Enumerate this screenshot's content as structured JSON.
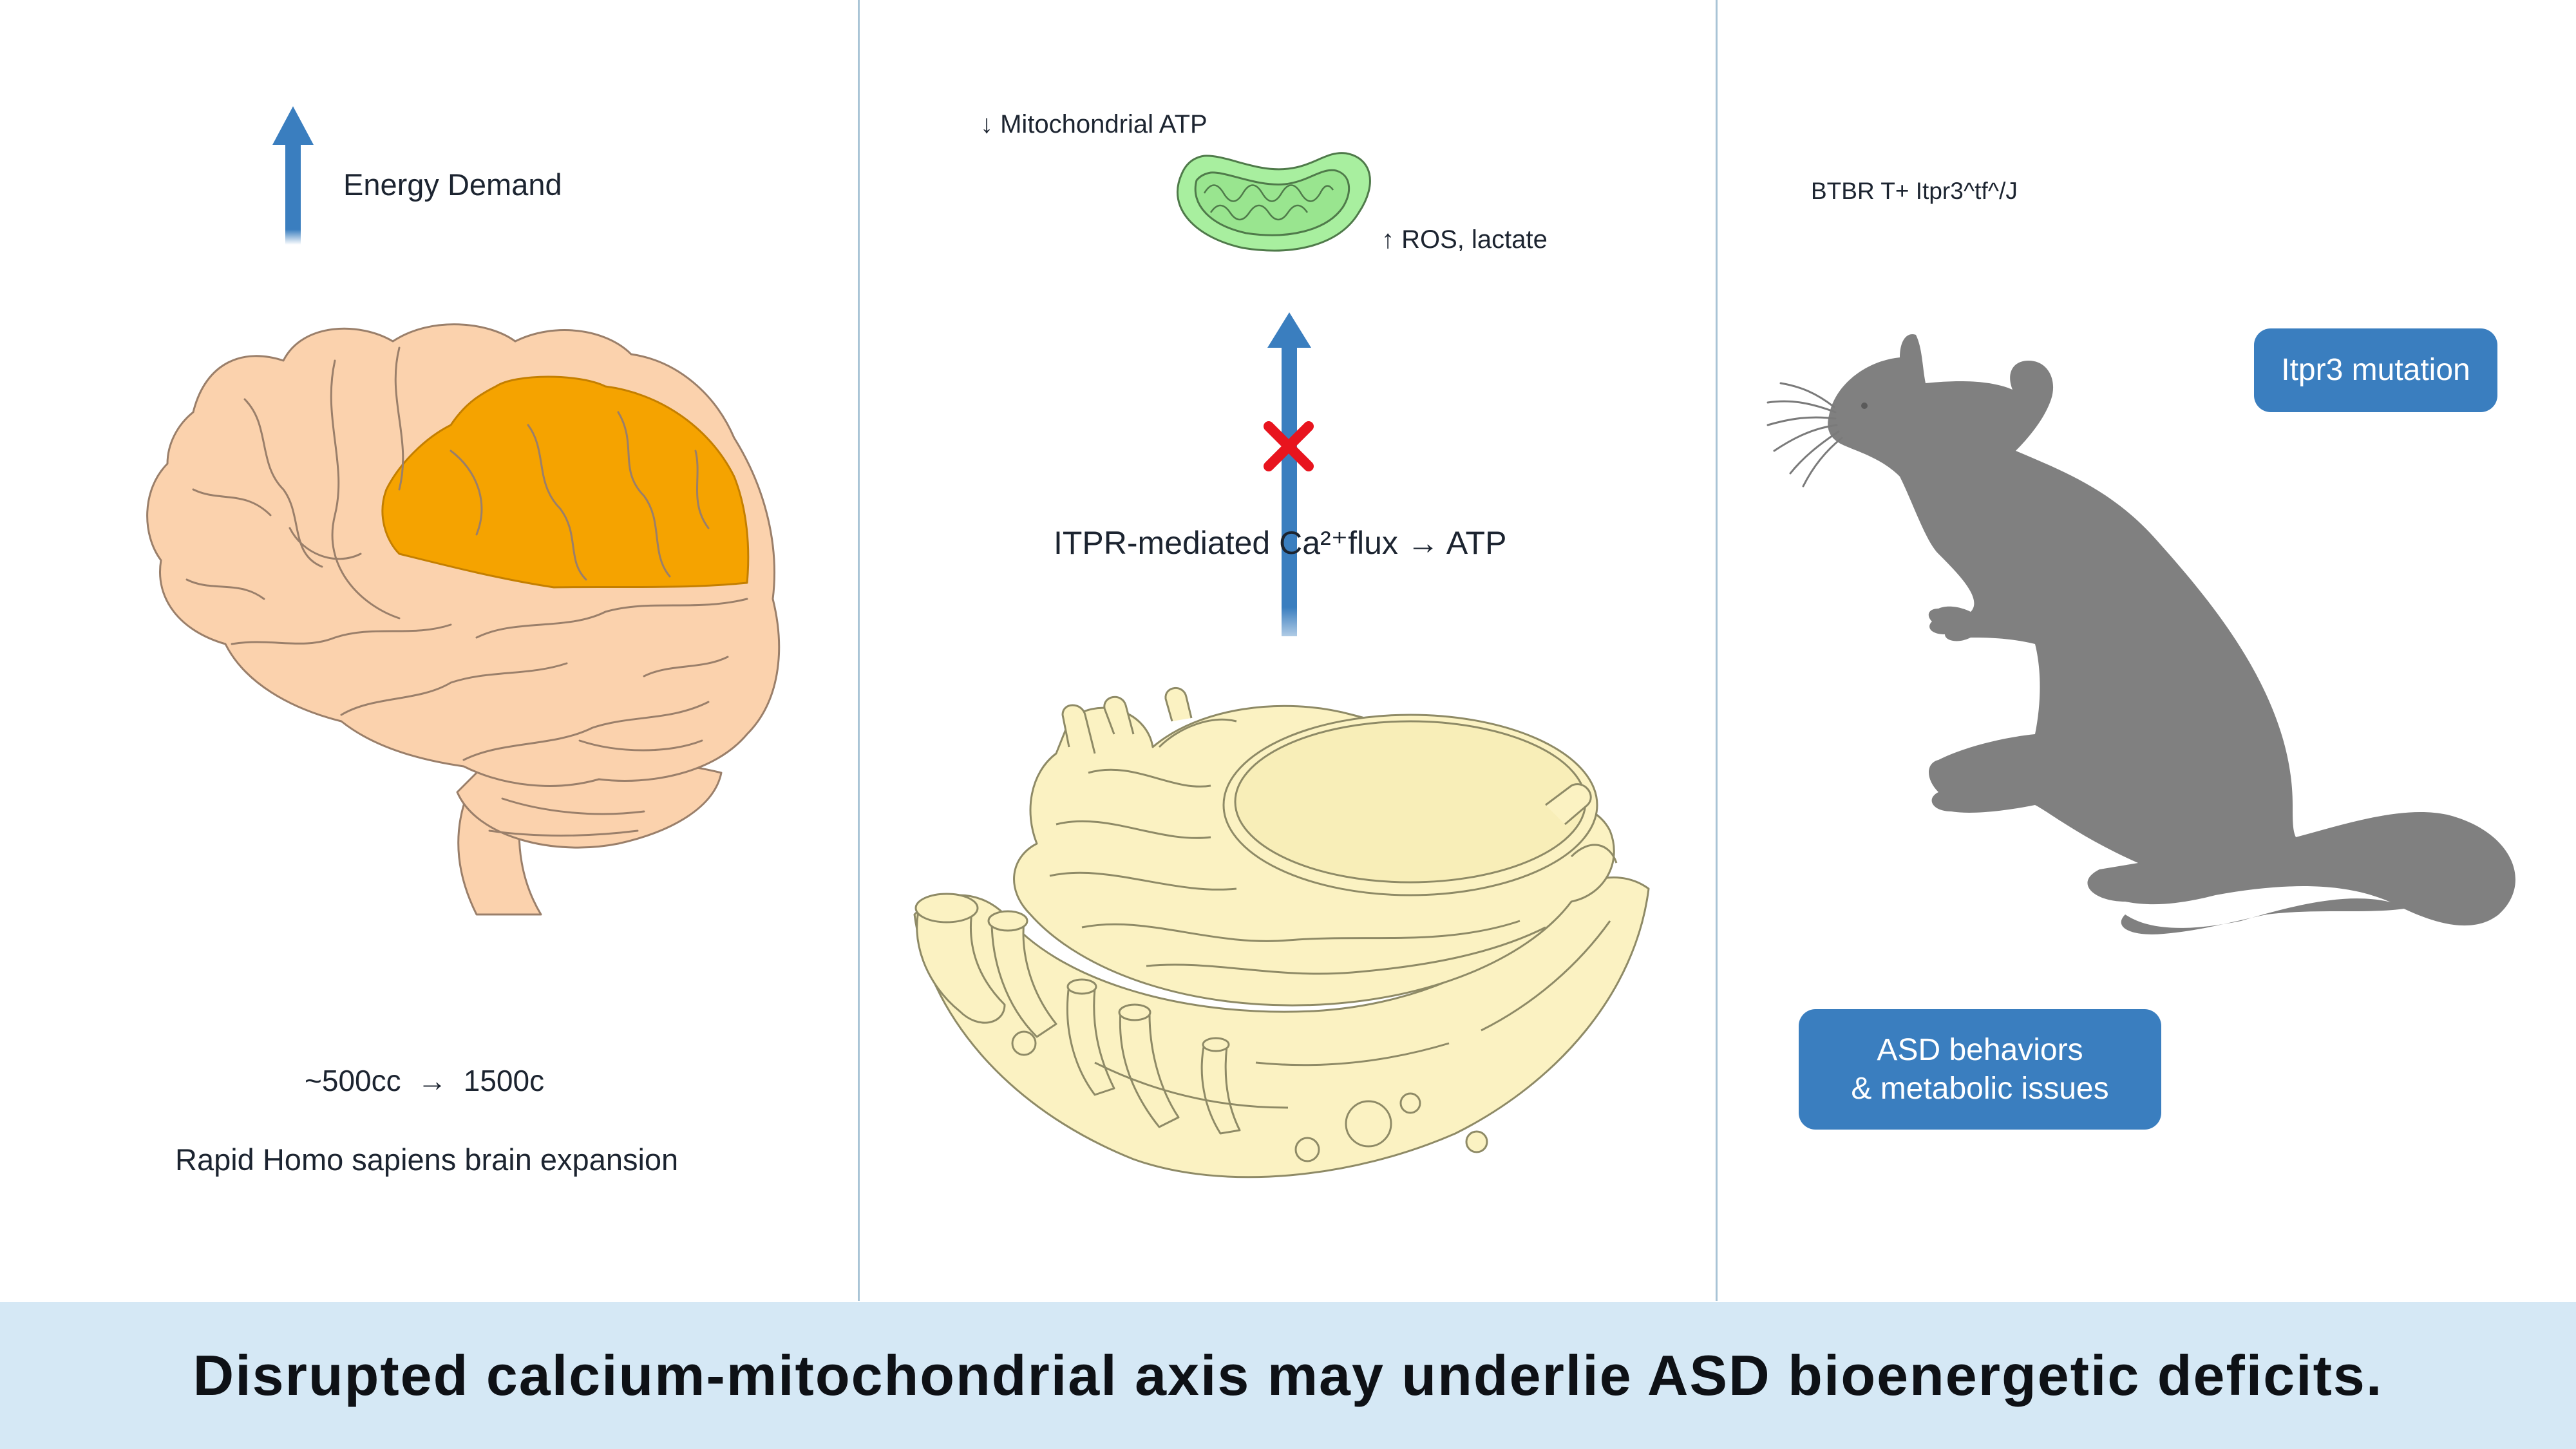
{
  "panel_brain": {
    "energy_label": "Energy Demand",
    "volume_label": "~500cc  →  1500c",
    "caption": "Rapid Homo sapiens brain expansion"
  },
  "panel_cell": {
    "atp_label": "↓ Mitochondrial ATP",
    "ros_label": "↑ ROS, lactate",
    "flux_label": "ITPR-mediated Ca²⁺flux → ATP"
  },
  "panel_mouse": {
    "strain_label": "BTBR T+ Itpr3^tf^/J",
    "mutation_label": "Itpr3 mutation",
    "behavior_line1": "ASD behaviors",
    "behavior_line2": "& metabolic issues"
  },
  "footer": {
    "conclusion": "Disrupted calcium-mitochondrial axis may underlie ASD bioenergetic deficits."
  },
  "colors": {
    "arrow": "#3a7ebf",
    "brain": "#fbd2ad",
    "brain_highlight": "#f5a300",
    "mitochondrion": "#a8ef9f",
    "endoplasmic_reticulum": "#fbf2c2",
    "mouse": "#808080",
    "block_mark": "#e8141e",
    "footer_band": "#d5e8f5"
  },
  "icons": [
    "up-arrow-icon",
    "brain-icon",
    "mitochondrion-icon",
    "blocked-x-icon",
    "endoplasmic-reticulum-icon",
    "mouse-icon"
  ]
}
